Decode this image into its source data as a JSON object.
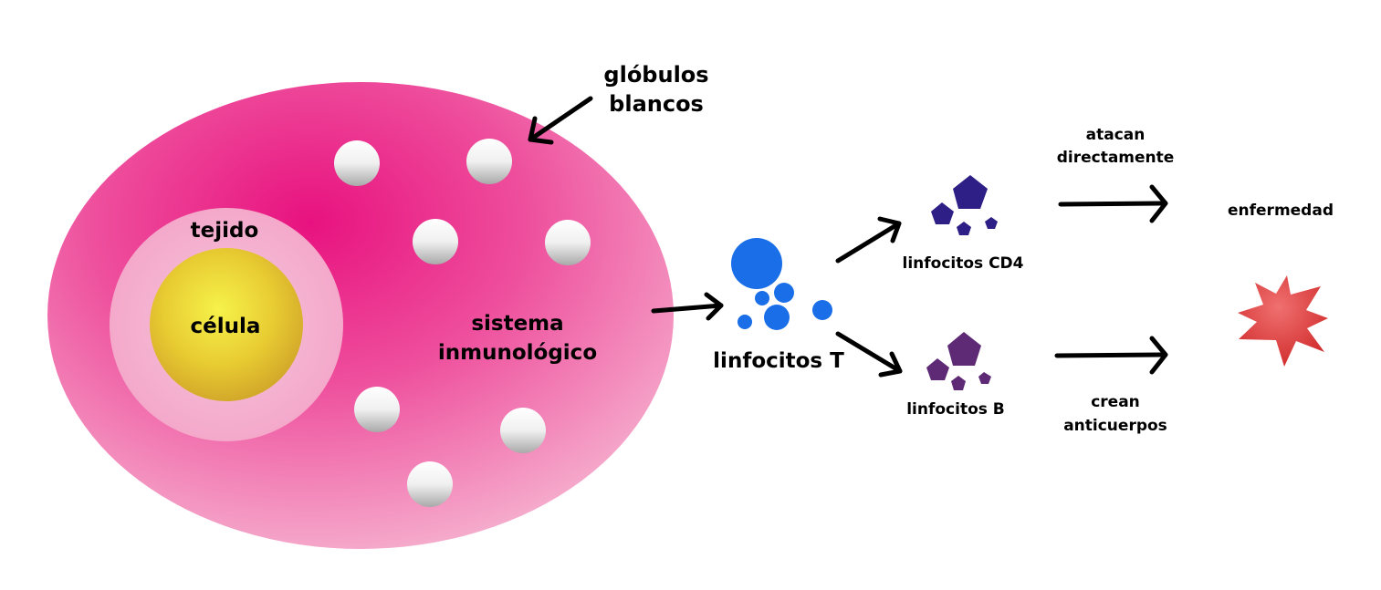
{
  "labels": {
    "globulos_line1": "glóbulos",
    "globulos_line2": "blancos",
    "tejido": "tejido",
    "celula": "célula",
    "sistema_line1": "sistema",
    "sistema_line2": "inmunológico",
    "linfocitos_t": "linfocitos T",
    "linfocitos_cd4": "linfocitos CD4",
    "linfocitos_b": "linfocitos B",
    "atacan_line1": "atacan",
    "atacan_line2": "directamente",
    "crean_line1": "crean",
    "crean_line2": "anticuerpos",
    "enfermedad": "enfermedad"
  },
  "colors": {
    "immune_system": "#ec2a8a",
    "tissue": "#f7b6d2",
    "cell": "#e8c82e",
    "white_cells": "#e6e6e6",
    "t_cells": "#1a6fe8",
    "cd4_cells": "#2e1f86",
    "b_cells": "#5e2a76",
    "disease": "#e23a3a",
    "arrows": "#000000"
  },
  "icons": {
    "white_blood_cell": "sphere-icon",
    "t_lymphocyte": "circle-icon",
    "cd4_lymphocyte": "pentagon-icon",
    "b_lymphocyte": "pentagon-icon",
    "disease": "starburst-icon"
  }
}
